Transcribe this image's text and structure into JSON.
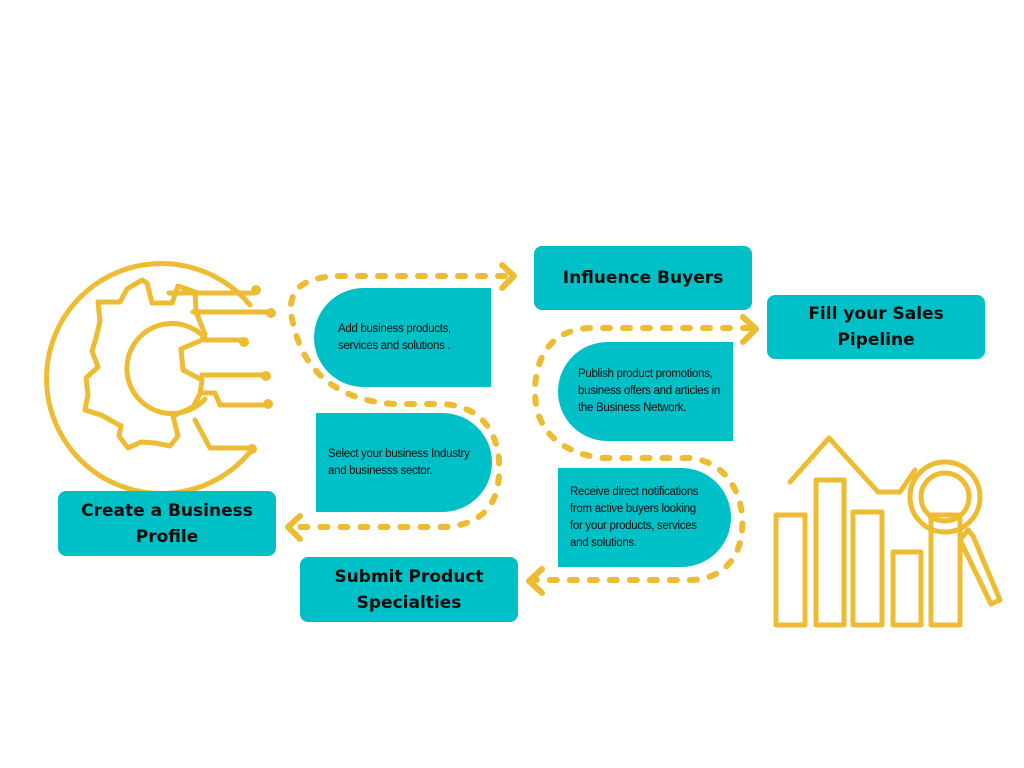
{
  "colors": {
    "accent": "#00c0c7",
    "line": "#eebc32",
    "text": "#0b0b0b",
    "background": "#ffffff"
  },
  "icons": [
    "gear-icon",
    "bar-chart-icon",
    "magnifier-icon",
    "arrow-right-icon",
    "arrow-left-icon"
  ],
  "steps": {
    "create_profile": "Create a Business Profile",
    "submit_specialties": "Submit Product Specialties",
    "influence_buyers": "Influence Buyers",
    "fill_pipeline": "Fill your Sales Pipeline"
  },
  "notes": {
    "industry": "Select your business Industry and businesss sector.",
    "products": "Add business products, services and solutions .",
    "promotions": "Publish product promotions, business offers and articles in the Business Network.",
    "notifications": "Receive direct notifications from active buyers looking for your products, services and solutions."
  }
}
